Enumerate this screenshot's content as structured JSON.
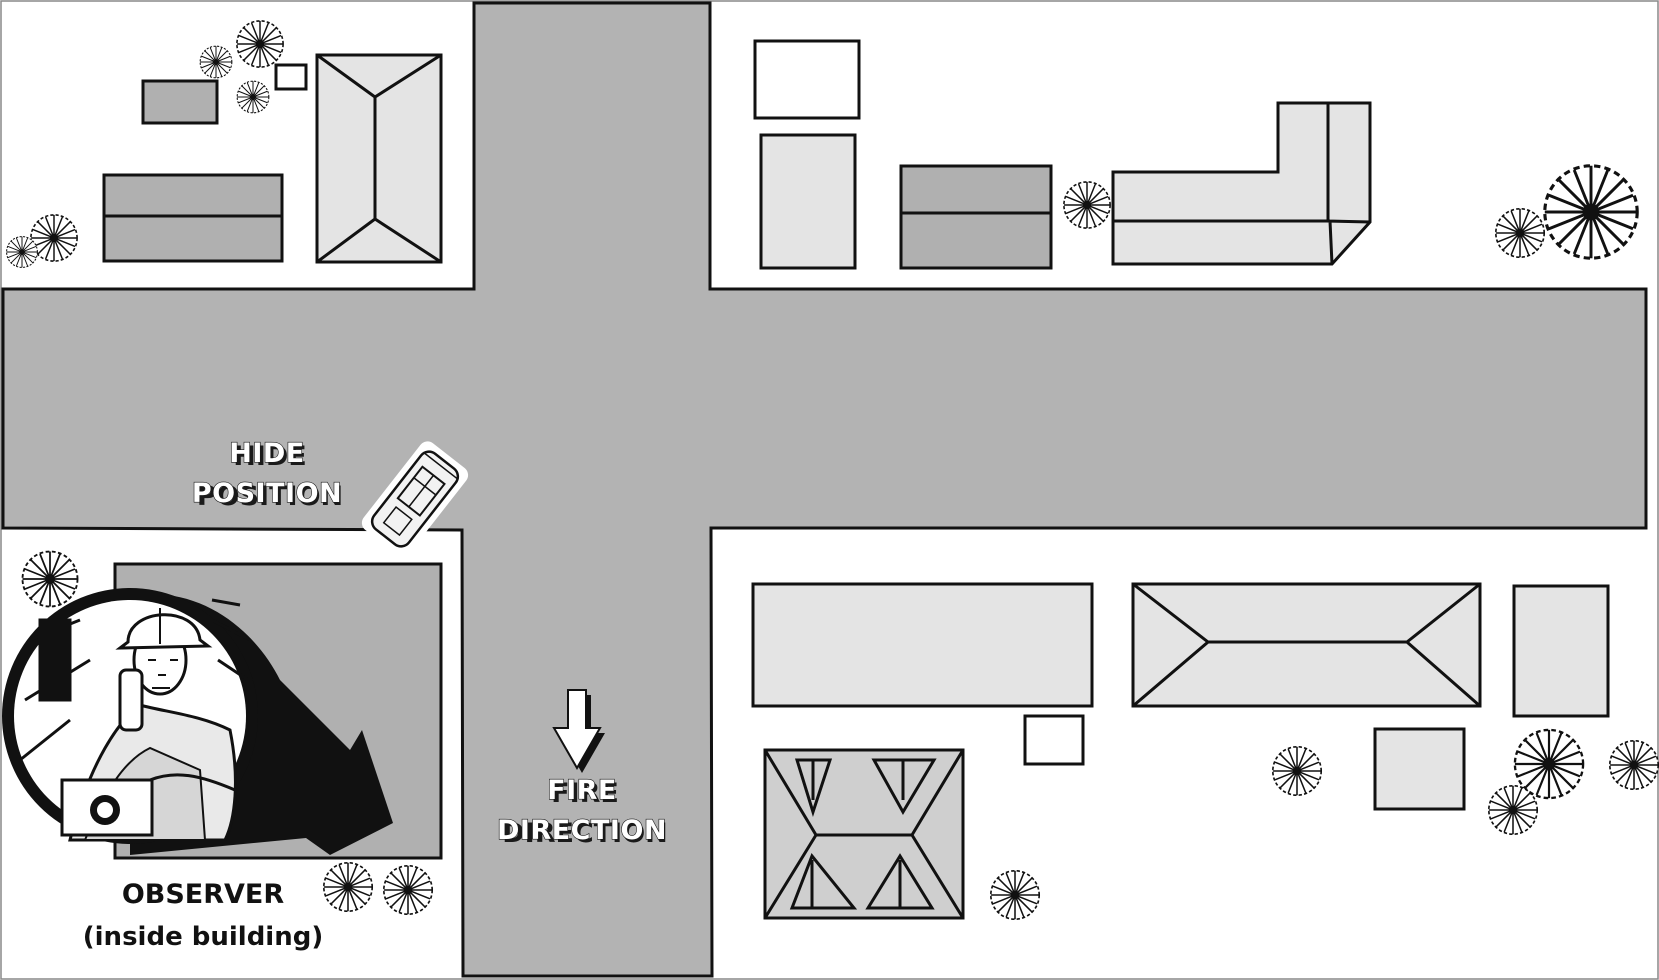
{
  "labels": {
    "hide_line1": "HIDE",
    "hide_line2": "POSITION",
    "fire_line1": "FIRE",
    "fire_line2": "DIRECTION",
    "observer_line1": "OBSERVER",
    "observer_line2": "(inside building)"
  },
  "colors": {
    "road": "#b3b3b3",
    "roof_dark": "#b0b0b0",
    "roof_light": "#e4e4e4",
    "outline": "#111111",
    "ground": "#ffffff"
  },
  "icons": {
    "tree": "tree-icon",
    "vehicle": "armored-vehicle-icon",
    "observer": "soldier-radio-icon",
    "fire_arrow": "arrow-down-icon"
  }
}
